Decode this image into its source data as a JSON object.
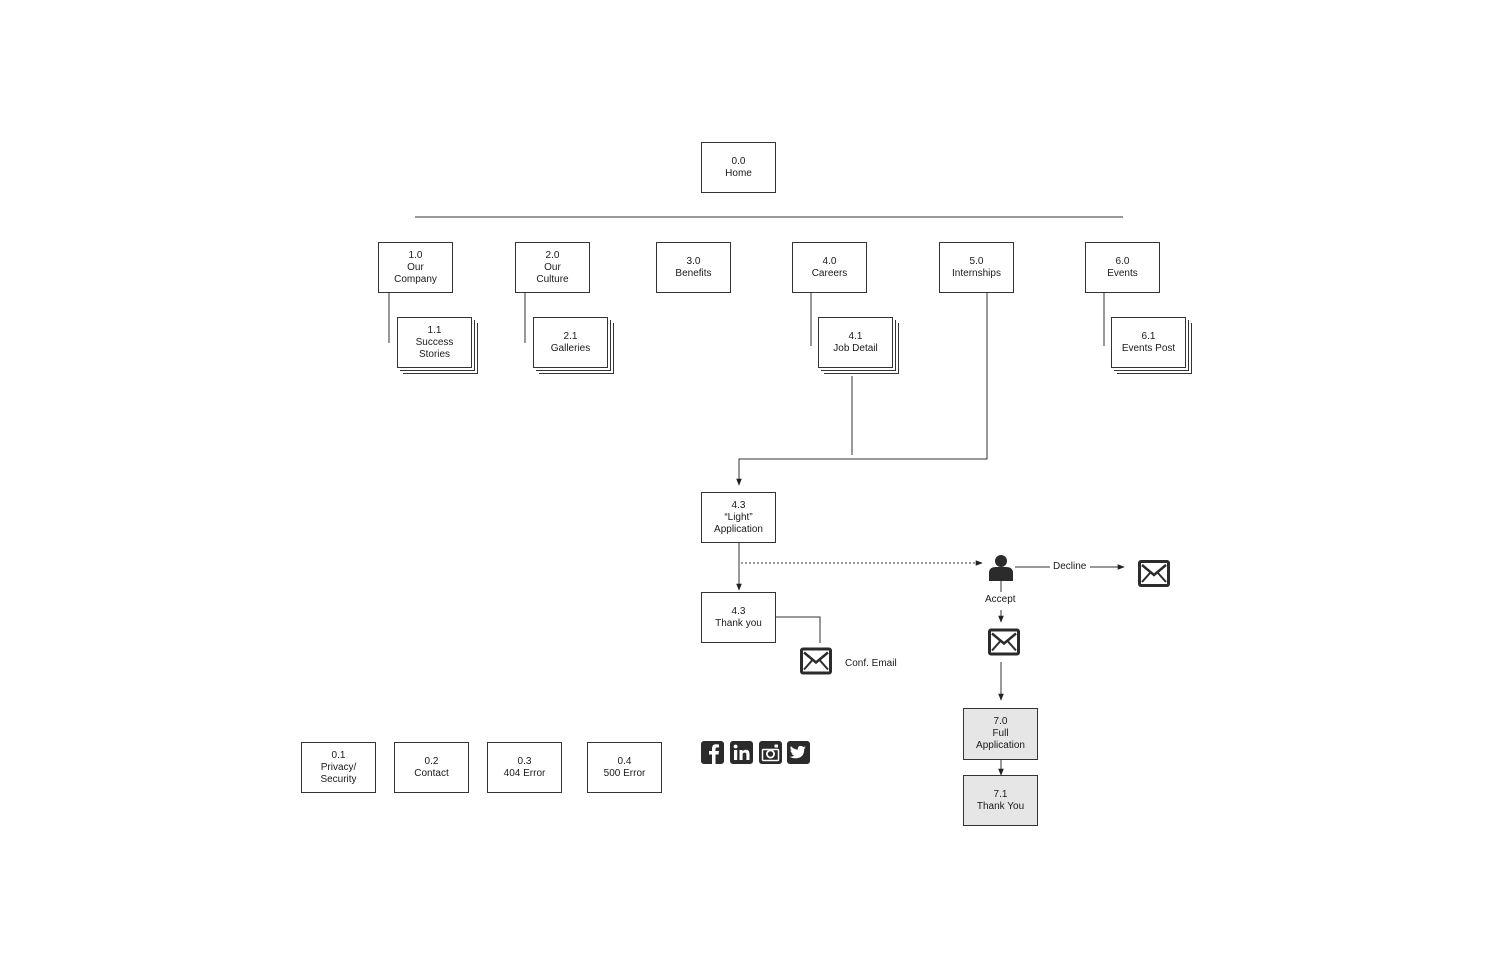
{
  "nodes": {
    "home": {
      "id": "0.0",
      "lines": [
        "Home"
      ]
    },
    "our_company": {
      "id": "1.0",
      "lines": [
        "Our",
        "Company"
      ]
    },
    "success_stories": {
      "id": "1.1",
      "lines": [
        "Success",
        "Stories"
      ]
    },
    "our_culture": {
      "id": "2.0",
      "lines": [
        "Our",
        "Culture"
      ]
    },
    "galleries": {
      "id": "2.1",
      "lines": [
        "Galleries"
      ]
    },
    "benefits": {
      "id": "3.0",
      "lines": [
        "Benefits"
      ]
    },
    "careers": {
      "id": "4.0",
      "lines": [
        "Careers"
      ]
    },
    "job_detail": {
      "id": "4.1",
      "lines": [
        "Job Detail"
      ]
    },
    "internships": {
      "id": "5.0",
      "lines": [
        "Internships"
      ]
    },
    "events": {
      "id": "6.0",
      "lines": [
        "Events"
      ]
    },
    "events_post": {
      "id": "6.1",
      "lines": [
        "Events Post"
      ]
    },
    "light_application": {
      "id": "4.3",
      "lines": [
        "“Light”",
        "Application"
      ]
    },
    "thank_you_light": {
      "id": "4.3",
      "lines": [
        "Thank you"
      ]
    },
    "full_application": {
      "id": "7.0",
      "lines": [
        "Full",
        "Application"
      ]
    },
    "thank_you_full": {
      "id": "7.1",
      "lines": [
        "Thank You"
      ]
    },
    "privacy": {
      "id": "0.1",
      "lines": [
        "Privacy/",
        "Security"
      ]
    },
    "contact": {
      "id": "0.2",
      "lines": [
        "Contact"
      ]
    },
    "error_404": {
      "id": "0.3",
      "lines": [
        "404 Error"
      ]
    },
    "error_500": {
      "id": "0.4",
      "lines": [
        "500 Error"
      ]
    }
  },
  "labels": {
    "decline": "Decline",
    "accept": "Accept",
    "conf_email": "Conf. Email"
  },
  "icons": {
    "reviewer": "person-icon",
    "email": "envelope-icon",
    "social": [
      "facebook-icon",
      "linkedin-icon",
      "instagram-icon",
      "twitter-icon"
    ]
  },
  "colors": {
    "line": "#333333",
    "box_fill": "#ffffff",
    "box_fill_grey": "#e6e6e6",
    "icon": "#2b2b2b"
  }
}
